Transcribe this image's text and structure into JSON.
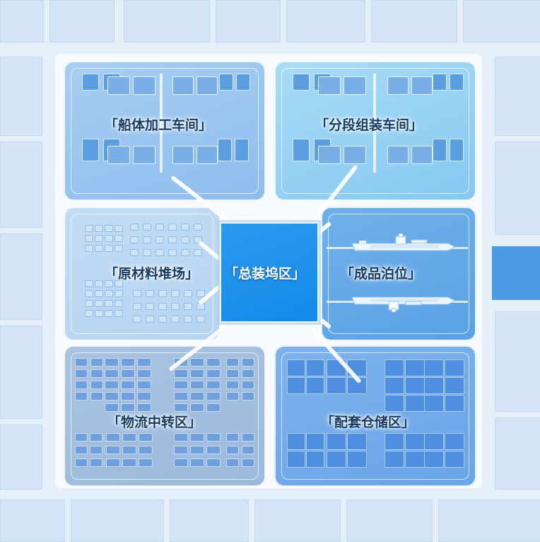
{
  "map": {
    "zones": [
      {
        "id": "hull",
        "label": "「船体加工车间」"
      },
      {
        "id": "block",
        "label": "「分段组装车间」"
      },
      {
        "id": "raw",
        "label": "「原材料堆场」"
      },
      {
        "id": "dock",
        "label": "「总装坞区」"
      },
      {
        "id": "berth",
        "label": "「成品泊位」"
      },
      {
        "id": "logistics",
        "label": "「物流中转区」"
      },
      {
        "id": "warehouse",
        "label": "「配套仓储区」"
      }
    ],
    "colors": {
      "background": "#e4effa",
      "dock": "#138ae8",
      "berth": "#5aa2e4",
      "warehouse": "#6aa5e8",
      "label_text": "#143a66"
    }
  }
}
